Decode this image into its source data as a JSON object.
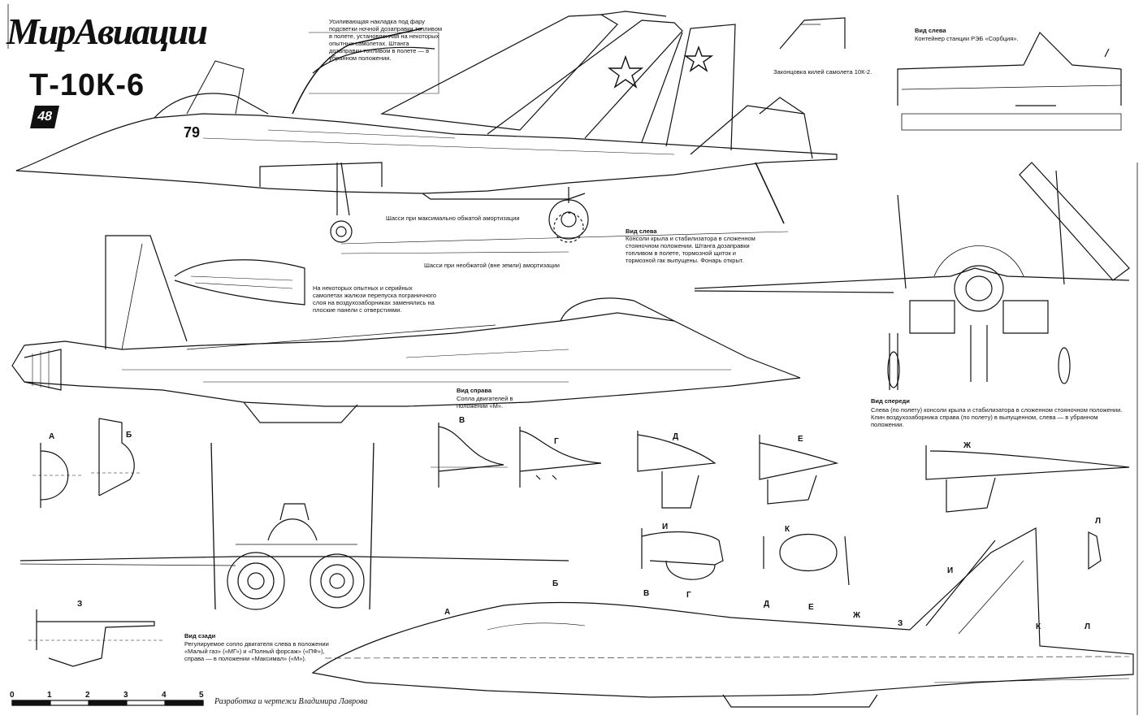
{
  "header": {
    "magazine_logo": "МирАвиации",
    "aircraft_title": "Т-10К-6",
    "issue_badge": "48"
  },
  "captions": {
    "refuel_note": "Усиливающая накладка под фару подсветки ночной дозаправки топливом в полете, установленная на некоторых опытных самолетах. Штанга дозаправки топливом в полете — в убранном положении.",
    "fin_tip": "Законцовка килей самолета 10К-2.",
    "left_view_small_head": "Вид слева",
    "left_view_small_text": "Контейнер станции РЭБ «Сорбция».",
    "gear_compressed": "Шасси при максимально обжатой амортизации",
    "gear_extended": "Шасси при необжатой (вне земли) амортизации",
    "left_view_head": "Вид слева",
    "left_view_text": "Консоли крыла и стабилизатора в сложенном стояночном положении. Штанга дозаправки топливом в полете, тормозной щиток и тормозной гак выпущены. Фонарь открыт.",
    "intake_note": "На некоторых опытных и серийных самолетах жалюзи перепуска пограничного слоя на воздухозаборниках заменялись на плоские панели с отверстиями.",
    "right_view_head": "Вид справа",
    "right_view_text": "Сопла двигателей в положении «М».",
    "front_view_head": "Вид спереди",
    "front_view_text": "Слева (по полету) консоли крыла и стабилизатора в сложенном стояночном положении. Клин воздухозаборника справа (по полету) в выпущенном, слева — в убранном положении.",
    "rear_view_head": "Вид сзади",
    "rear_view_text": "Регулируемое сопло двигателя слева в положении «Малый газ» («МГ») и «Полный форсаж» («ПФ»), справа — в положении «Максимал» («М»)."
  },
  "section_letters": [
    "А",
    "Б",
    "В",
    "Г",
    "Д",
    "Е",
    "Ж",
    "З",
    "И",
    "К",
    "Л"
  ],
  "section_markers": [
    "А",
    "Б",
    "В",
    "Г",
    "Д",
    "Е",
    "Ж",
    "З",
    "И",
    "К",
    "Л"
  ],
  "scale": {
    "ticks": [
      "0",
      "1",
      "2",
      "3",
      "4",
      "5"
    ]
  },
  "credit": "Разработка и чертежи Владимира Лаврова",
  "fuselage_number": "79"
}
